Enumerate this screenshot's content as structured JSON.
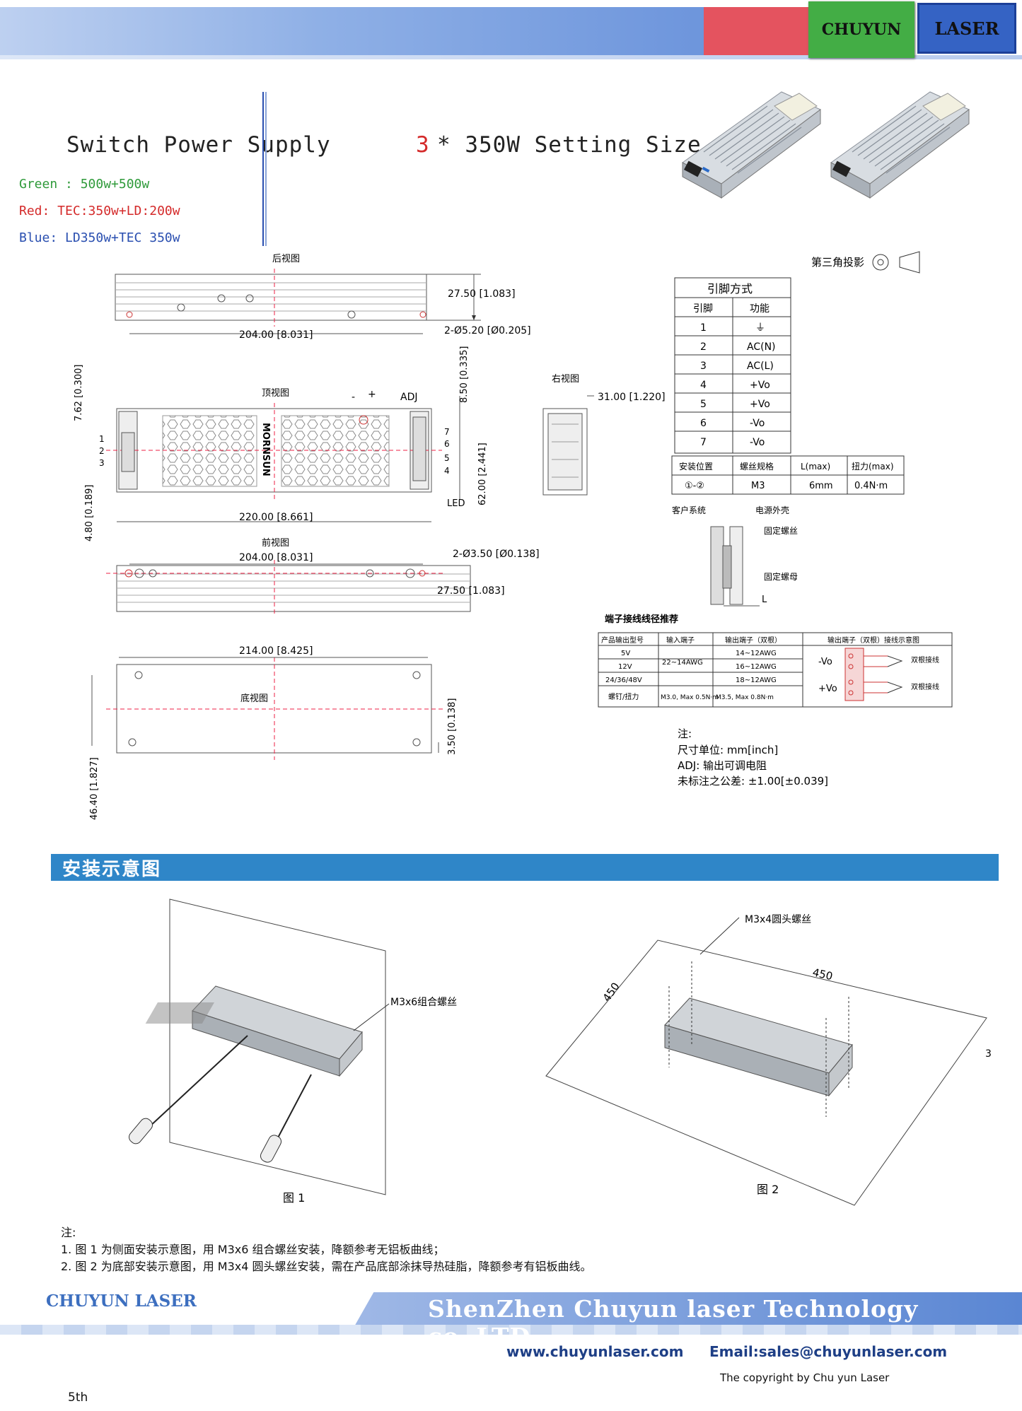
{
  "header": {
    "brand_left": "CHUYUN",
    "brand_right": "LASER"
  },
  "title": {
    "left": "Switch Power Supply",
    "count": "3",
    "right": "* 350W Setting Size"
  },
  "legend": [
    {
      "text": "Green : 500w+500w",
      "color": "#2f9a3a"
    },
    {
      "text": "Red: TEC:350w+LD:200w",
      "color": "#d42a2a"
    },
    {
      "text": "Blue: LD350w+TEC 350w",
      "color": "#2a4fb0"
    }
  ],
  "drawing": {
    "rear_view": "后视图",
    "top_view": "顶视图",
    "front_view": "前视图",
    "bottom_view": "底视图",
    "right_view": "右视图",
    "projection": "第三角投影",
    "brand_on_case": "MORNSUN",
    "dims": {
      "rear_height": "27.50 [1.083]",
      "rear_holes": "2-Ø5.20 [Ø0.205]",
      "rear_width": "204.00 [8.031]",
      "top_v1": "8.50 [0.335]",
      "top_v2": "7.62 [0.300]",
      "top_v3": "4.80 [0.189]",
      "top_height": "62.00 [2.441]",
      "top_width": "220.00 [8.661]",
      "right_depth": "31.00 [1.220]",
      "front_width": "204.00 [8.031]",
      "front_holes": "2-Ø3.50 [Ø0.138]",
      "front_height": "27.50 [1.083]",
      "bottom_width": "214.00 [8.425]",
      "bottom_offset": "3.50 [0.138]",
      "bottom_height": "46.40 [1.827]"
    },
    "labels": {
      "adj": "ADJ",
      "led": "LED",
      "plus": "+",
      "minus": "-"
    },
    "left_pins": [
      "1",
      "2",
      "3"
    ],
    "right_pins": [
      "7",
      "6",
      "5",
      "4"
    ]
  },
  "pin_table": {
    "title": "引脚方式",
    "headers": [
      "引脚",
      "功能"
    ],
    "rows": [
      [
        "1",
        "⏚"
      ],
      [
        "2",
        "AC(N)"
      ],
      [
        "3",
        "AC(L)"
      ],
      [
        "4",
        "+Vo"
      ],
      [
        "5",
        "+Vo"
      ],
      [
        "6",
        "-Vo"
      ],
      [
        "7",
        "-Vo"
      ]
    ]
  },
  "mount_table": {
    "headers": [
      "安装位置",
      "螺丝规格",
      "L(max)",
      "扭力(max)"
    ],
    "row": [
      "①-②",
      "M3",
      "6mm",
      "0.4N·m"
    ]
  },
  "screw_diagram": {
    "customer": "客户系统",
    "shell": "电源外壳",
    "screw": "固定螺丝",
    "nut": "固定螺母",
    "l": "L"
  },
  "wire_table": {
    "title": "端子接线线径推荐",
    "headers": [
      "产品输出型号",
      "输入端子",
      "输出端子（双根）",
      "输出端子（双根）接线示意图"
    ],
    "models": [
      "5V",
      "12V",
      "24/36/48V",
      "螺钉/扭力"
    ],
    "input": "22~14AWG",
    "input_torque": "M3.0, Max 0.5N·m",
    "outputs": [
      "14~12AWG",
      "16~12AWG",
      "18~12AWG"
    ],
    "output_torque": "M3.5, Max 0.8N·m",
    "neg": "-Vo",
    "pos": "+Vo",
    "wiring": "双根接线"
  },
  "notes_top": [
    "注:",
    "尺寸单位: mm[inch]",
    "ADJ: 输出可调电阻",
    "未标注之公差: ±1.00[±0.039]"
  ],
  "section": {
    "title": "安装示意图"
  },
  "fig1": {
    "caption": "图 1",
    "screw": "M3x6组合螺丝"
  },
  "fig2": {
    "caption": "图 2",
    "screw": "M3x4圆头螺丝",
    "d1": "450",
    "d2": "450",
    "d3": "3"
  },
  "notes_bottom": [
    "注:",
    "1. 图 1 为侧面安装示意图，用 M3x6 组合螺丝安装，降额参考无铝板曲线；",
    "2. 图 2 为底部安装示意图，用 M3x4 圆头螺丝安装，需在产品底部涂抹导热硅脂，降额参考有铝板曲线。"
  ],
  "footer": {
    "brand": "CHUYUN LASER",
    "company": "ShenZhen Chuyun laser Technology co.,LTD",
    "web": "www.chuyunlaser.com",
    "email": "Email:sales@chuyunlaser.com",
    "copyright": "The copyright by Chu yun Laser",
    "page": "5th"
  },
  "colors": {
    "red_text": "#d42a2a",
    "section_blue": "#2f86c8",
    "footer_blue": "#3d6fbf"
  }
}
